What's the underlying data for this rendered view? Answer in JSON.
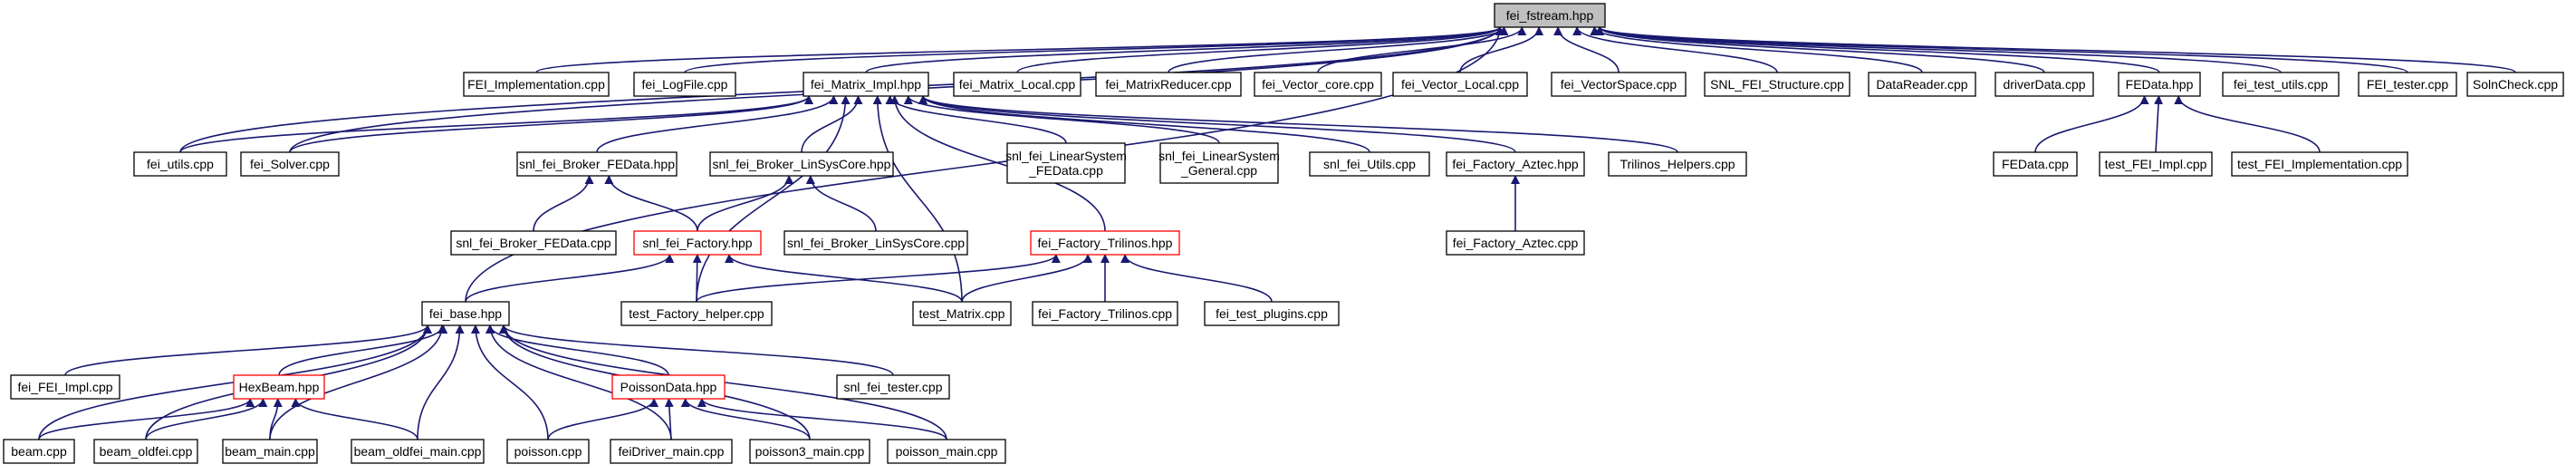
{
  "nodes": {
    "fstream": {
      "label": "fei_fstream.hpp",
      "style": "highlight",
      "interactable": false
    },
    "feiimpl": {
      "label": "FEI_Implementation.cpp",
      "style": "normal",
      "interactable": true
    },
    "logfile": {
      "label": "fei_LogFile.cpp",
      "style": "normal",
      "interactable": true
    },
    "matimpl": {
      "label": "fei_Matrix_Impl.hpp",
      "style": "normal",
      "interactable": true
    },
    "matlocal": {
      "label": "fei_Matrix_Local.cpp",
      "style": "normal",
      "interactable": true
    },
    "matred": {
      "label": "fei_MatrixReducer.cpp",
      "style": "normal",
      "interactable": true
    },
    "veccore": {
      "label": "fei_Vector_core.cpp",
      "style": "normal",
      "interactable": true
    },
    "veclocal": {
      "label": "fei_Vector_Local.cpp",
      "style": "normal",
      "interactable": true
    },
    "vecspace": {
      "label": "fei_VectorSpace.cpp",
      "style": "normal",
      "interactable": true
    },
    "snlstruct": {
      "label": "SNL_FEI_Structure.cpp",
      "style": "normal",
      "interactable": true
    },
    "datareader": {
      "label": "DataReader.cpp",
      "style": "normal",
      "interactable": true
    },
    "driverdata": {
      "label": "driverData.cpp",
      "style": "normal",
      "interactable": true
    },
    "fedatahpp": {
      "label": "FEData.hpp",
      "style": "normal",
      "interactable": true
    },
    "testutils": {
      "label": "fei_test_utils.cpp",
      "style": "normal",
      "interactable": true
    },
    "feitester": {
      "label": "FEI_tester.cpp",
      "style": "normal",
      "interactable": true
    },
    "solncheck": {
      "label": "SolnCheck.cpp",
      "style": "normal",
      "interactable": true
    },
    "utils": {
      "label": "fei_utils.cpp",
      "style": "normal",
      "interactable": true
    },
    "solver": {
      "label": "fei_Solver.cpp",
      "style": "normal",
      "interactable": true
    },
    "brokerfe": {
      "label": "snl_fei_Broker_FEData.hpp",
      "style": "normal",
      "interactable": true
    },
    "brokerlsc": {
      "label": "snl_fei_Broker_LinSysCore.hpp",
      "style": "normal",
      "interactable": true
    },
    "linsysfe": {
      "label": [
        "snl_fei_LinearSystem",
        "_FEData.cpp"
      ],
      "style": "normal",
      "interactable": true
    },
    "linsysgen": {
      "label": [
        "snl_fei_LinearSystem",
        "_General.cpp"
      ],
      "style": "normal",
      "interactable": true
    },
    "snlutils": {
      "label": "snl_fei_Utils.cpp",
      "style": "normal",
      "interactable": true
    },
    "aztechpp": {
      "label": "fei_Factory_Aztec.hpp",
      "style": "normal",
      "interactable": true
    },
    "trilhelp": {
      "label": "Trilinos_Helpers.cpp",
      "style": "normal",
      "interactable": true
    },
    "fedatacpp": {
      "label": "FEData.cpp",
      "style": "normal",
      "interactable": true
    },
    "testfeiimpl": {
      "label": "test_FEI_Impl.cpp",
      "style": "normal",
      "interactable": true
    },
    "testfeiimplem": {
      "label": "test_FEI_Implementation.cpp",
      "style": "normal",
      "interactable": true
    },
    "brokerfecpp": {
      "label": "snl_fei_Broker_FEData.cpp",
      "style": "normal",
      "interactable": true
    },
    "factory": {
      "label": "snl_fei_Factory.hpp",
      "style": "red",
      "interactable": true
    },
    "brokerlsccpp": {
      "label": "snl_fei_Broker_LinSysCore.cpp",
      "style": "normal",
      "interactable": true
    },
    "triltriphpp": {
      "label": "fei_Factory_Trilinos.hpp",
      "style": "red",
      "interactable": true
    },
    "azteccpp": {
      "label": "fei_Factory_Aztec.cpp",
      "style": "normal",
      "interactable": true
    },
    "feibase": {
      "label": "fei_base.hpp",
      "style": "normal",
      "interactable": true
    },
    "testfachelp": {
      "label": "test_Factory_helper.cpp",
      "style": "normal",
      "interactable": true
    },
    "testmatrix": {
      "label": "test_Matrix.cpp",
      "style": "normal",
      "interactable": true
    },
    "triltricpp": {
      "label": "fei_Factory_Trilinos.cpp",
      "style": "normal",
      "interactable": true
    },
    "testplugins": {
      "label": "fei_test_plugins.cpp",
      "style": "normal",
      "interactable": true
    },
    "feiimplcpp": {
      "label": "fei_FEI_Impl.cpp",
      "style": "normal",
      "interactable": true
    },
    "hexbeam": {
      "label": "HexBeam.hpp",
      "style": "red",
      "interactable": true
    },
    "poissondata": {
      "label": "PoissonData.hpp",
      "style": "red",
      "interactable": true
    },
    "snltester": {
      "label": "snl_fei_tester.cpp",
      "style": "normal",
      "interactable": true
    },
    "beam": {
      "label": "beam.cpp",
      "style": "normal",
      "interactable": true
    },
    "beamold": {
      "label": "beam_oldfei.cpp",
      "style": "normal",
      "interactable": true
    },
    "beammain": {
      "label": "beam_main.cpp",
      "style": "normal",
      "interactable": true
    },
    "beamoldmain": {
      "label": "beam_oldfei_main.cpp",
      "style": "normal",
      "interactable": true
    },
    "poisson": {
      "label": "poisson.cpp",
      "style": "normal",
      "interactable": true
    },
    "feidriver": {
      "label": "feiDriver_main.cpp",
      "style": "normal",
      "interactable": true
    },
    "poisson3": {
      "label": "poisson3_main.cpp",
      "style": "normal",
      "interactable": true
    },
    "poissonmain": {
      "label": "poisson_main.cpp",
      "style": "normal",
      "interactable": true
    }
  },
  "colors": {
    "edge": "#191970",
    "highlight_fill": "#bfbfbf",
    "red_border": "#ff0000",
    "border": "#000000"
  }
}
